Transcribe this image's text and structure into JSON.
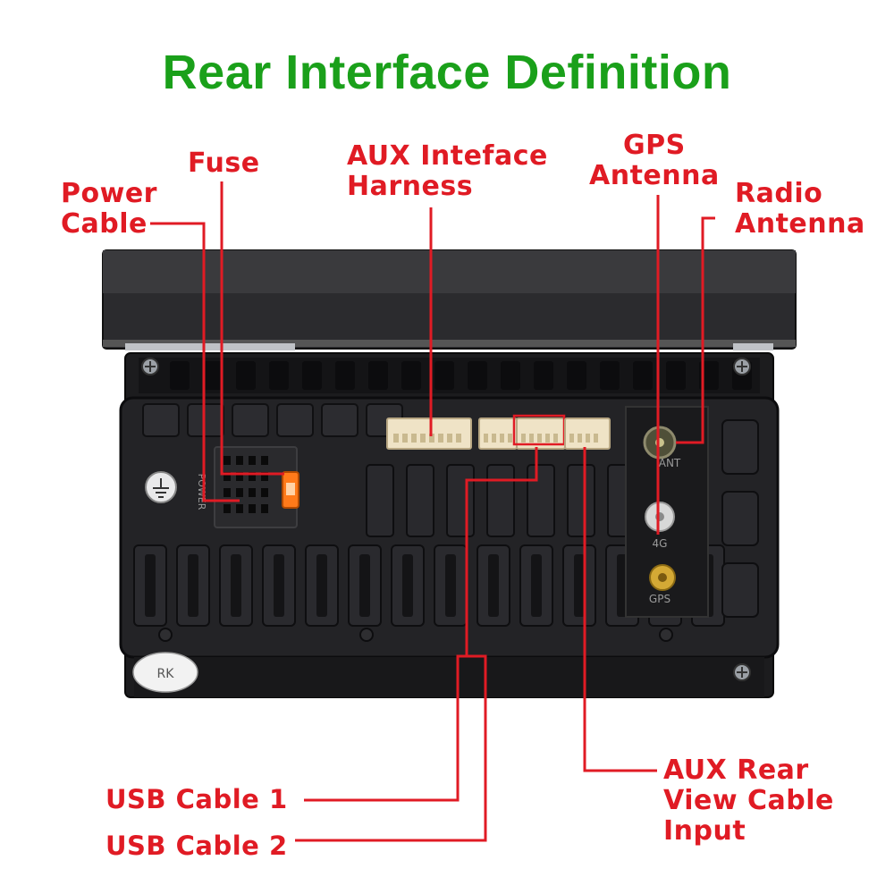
{
  "title": "Rear Interface Definition",
  "labels": {
    "power_cable": "Power\nCable",
    "fuse": "Fuse",
    "aux_harness": "AUX Inteface\nHarness",
    "gps_antenna": "GPS\nAntenna",
    "radio_antenna": "Radio\nAntenna",
    "usb_cable_1": "USB Cable 1",
    "usb_cable_2": "USB Cable 2",
    "aux_rear_view": "AUX Rear\nView Cable\nInput"
  },
  "device_markings": {
    "power": "POWER",
    "ant": "ANT",
    "four_g": "4G",
    "gps": "GPS",
    "sticker": "RK"
  },
  "colors": {
    "title": "#1aa01a",
    "label": "#e01b24",
    "leader_line": "#e01b24",
    "device_body": "#1c1c1e",
    "connector": "#efe3c6"
  }
}
